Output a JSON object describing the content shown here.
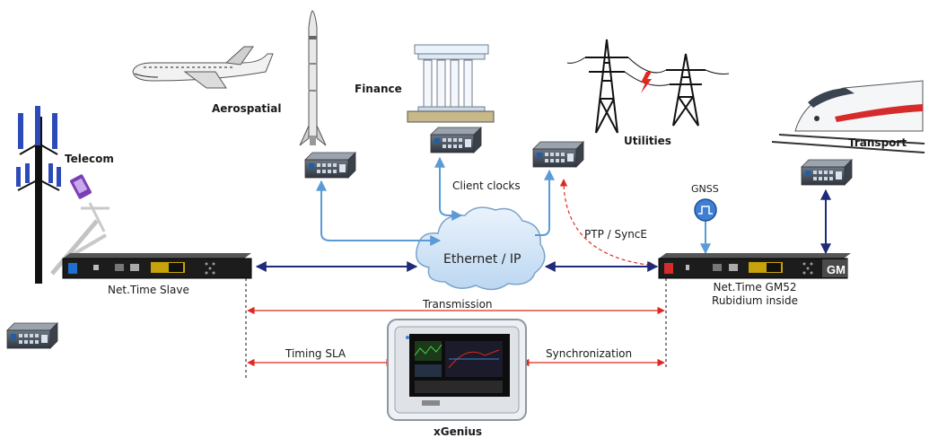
{
  "sectors": {
    "aerospatial": "Aerospatial",
    "finance": "Finance",
    "utilities": "Utilities",
    "transport": "Transport",
    "telecom": "Telecom"
  },
  "network": {
    "cloud_label": "Ethernet / IP",
    "client_clocks": "Client clocks",
    "ptp_synce": "PTP / SyncE",
    "gnss": "GNSS"
  },
  "devices": {
    "slave_name": "Net.Time Slave",
    "gm_name_line1": "Net.Time GM52",
    "gm_name_line2": "Rubidium inside",
    "gm_badge": "GM",
    "tester_name": "xGenius"
  },
  "measurements": {
    "transmission": "Transmission",
    "timing_sla": "Timing SLA",
    "synchronization": "Synchronization"
  },
  "colors": {
    "blue_link": "#5b9bd5",
    "dark_link": "#1f2a78",
    "red_link": "#e0281e",
    "device_body": "#1c1c1c"
  }
}
